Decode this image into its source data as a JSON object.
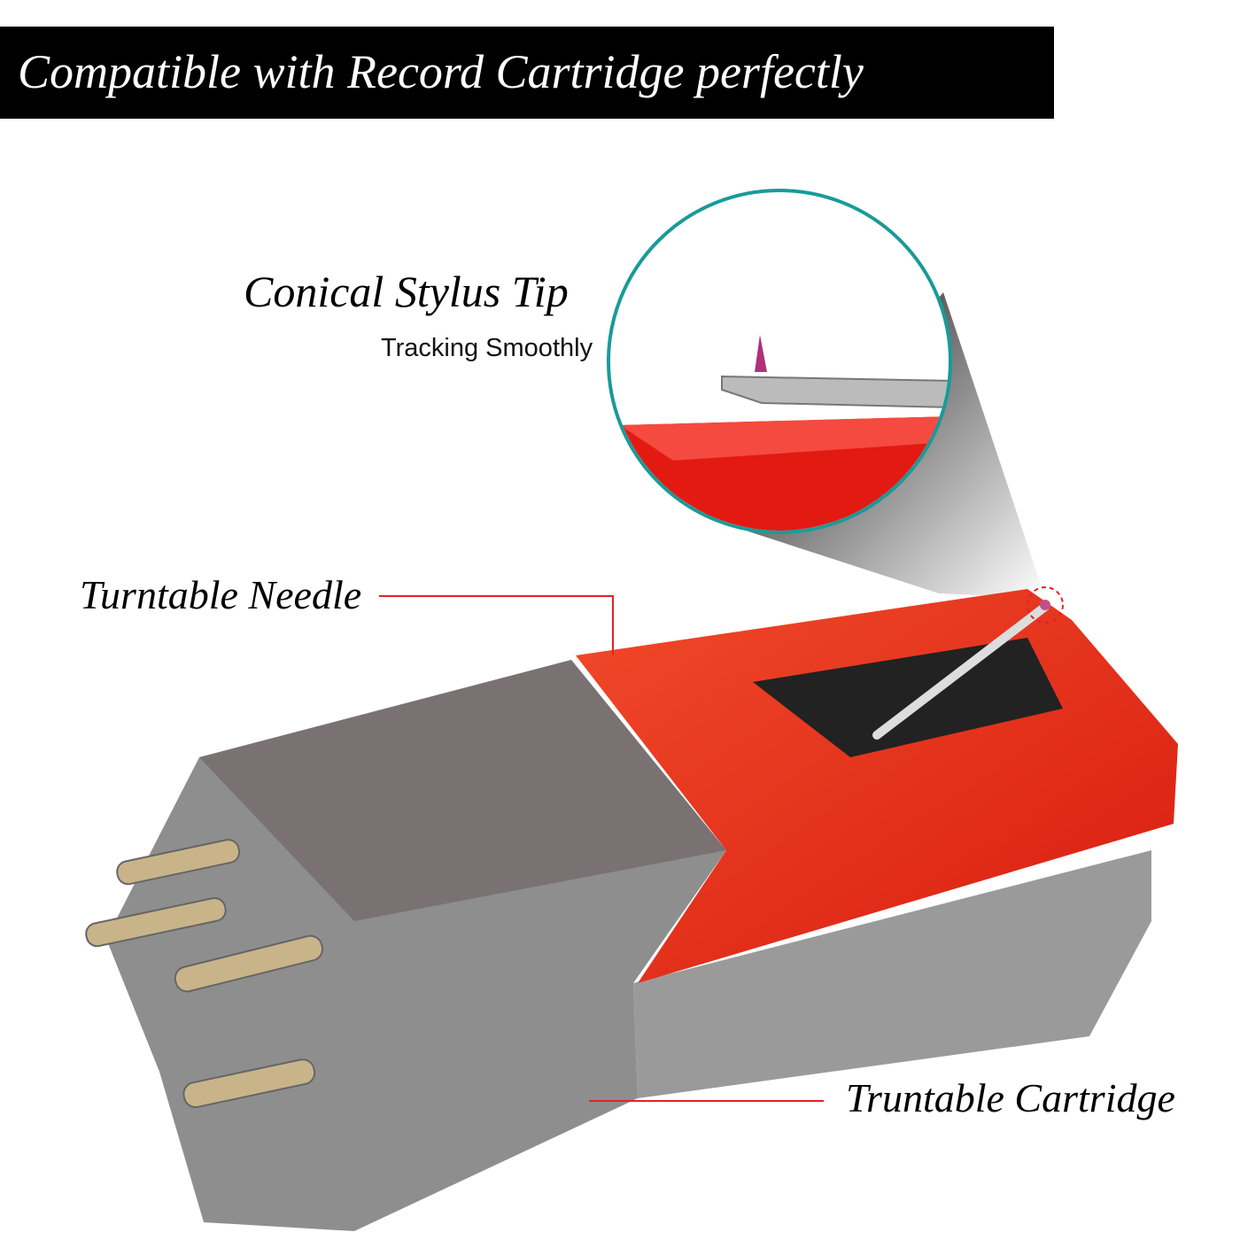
{
  "banner": {
    "title": "Compatible with Record Cartridge perfectly"
  },
  "callouts": {
    "stylus_tip": {
      "title": "Conical Stylus Tip",
      "subtitle": "Tracking Smoothly"
    },
    "needle": {
      "title": "Turntable Needle"
    },
    "cartridge": {
      "title": "Truntable Cartridge"
    }
  },
  "colors": {
    "accent_red": "#e52222",
    "cartridge_red": "#e8321c",
    "circle_teal": "#1a9a9a",
    "body_gray": "#8a8a8a"
  }
}
